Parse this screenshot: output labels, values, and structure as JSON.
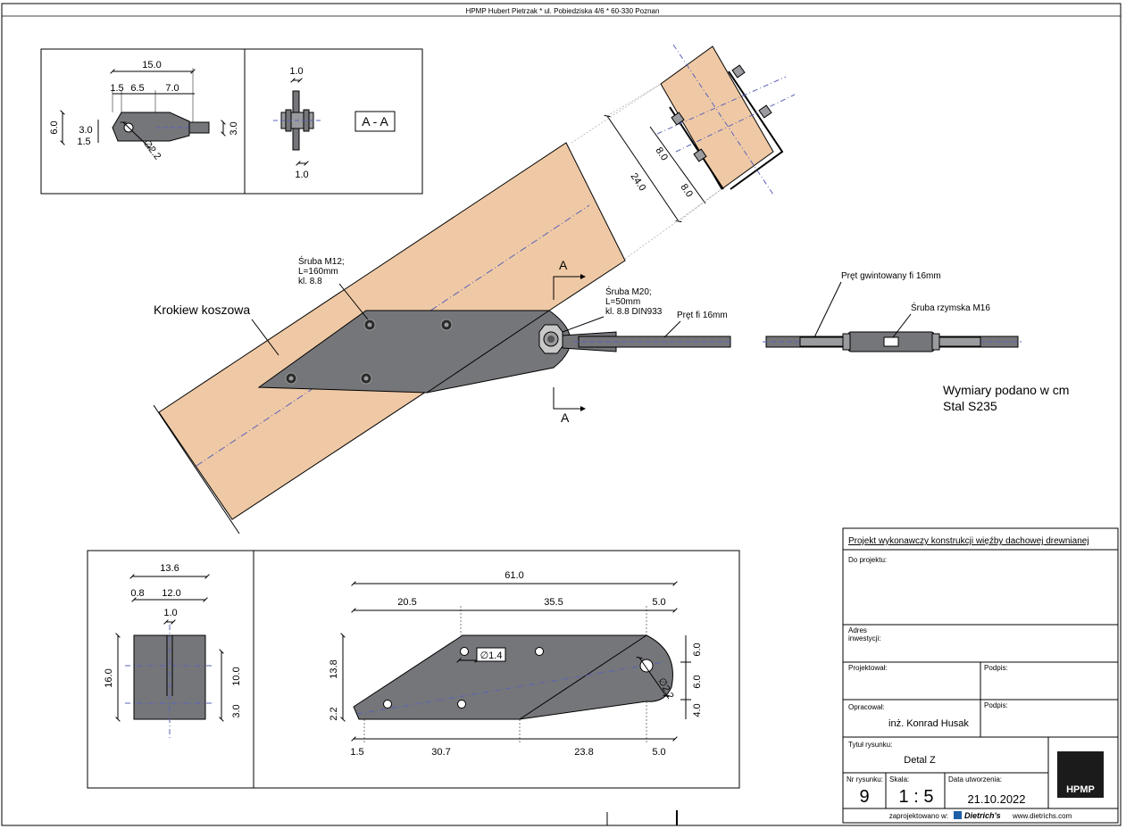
{
  "header": {
    "text": "HPMP Hubert Pietrzak * ul. Pobiedziska 4/6 * 60-330 Poznan"
  },
  "detail_top": {
    "dims": {
      "d15_0": "15.0",
      "d1_5": "1.5",
      "d6_5": "6.5",
      "d7_0": "7.0",
      "d6_0": "6.0",
      "d3_0a": "3.0",
      "d1_5b": "1.5",
      "d3_0b": "3.0",
      "dia": "∅2.2"
    },
    "section": {
      "t1": "1.0",
      "t2": "1.0",
      "label": "A - A"
    }
  },
  "rafter": {
    "dims": {
      "d24": "24.0",
      "d8a": "8.0",
      "d8b": "8.0"
    },
    "labels": {
      "rafter_name": "Krokiew koszowa",
      "bolt_m12_1": "Śruba M12;",
      "bolt_m12_2": "L=160mm",
      "bolt_m12_3": "kl. 8.8",
      "bolt_m20_1": "Śruba M20;",
      "bolt_m20_2": "L=50mm",
      "bolt_m20_3": "kl. 8.8 DIN933",
      "rod": "Pręt fi 16mm",
      "threaded_rod": "Pręt gwintowany fi 16mm",
      "turnbuckle": "Śruba rzymska M16",
      "section_a_top": "A",
      "section_a_bottom": "A"
    }
  },
  "notes": {
    "units": "Wymiary podano w cm",
    "steel": "Stal S235"
  },
  "bottom_left": {
    "d13_6": "13.6",
    "d0_8": "0.8",
    "d12_0": "12.0",
    "d1_0": "1.0",
    "d16_0": "16.0",
    "d10_0": "10.0",
    "d3_0": "3.0"
  },
  "bottom_main": {
    "d61": "61.0",
    "d20_5": "20.5",
    "d35_5": "35.5",
    "d5_0a": "5.0",
    "d13_8": "13.8",
    "d2_2": "2.2",
    "dia14": "∅1.4",
    "dia22": "∅2.2",
    "d6_0a": "6.0",
    "d6_0b": "6.0",
    "d4_0": "4.0",
    "d1_5": "1.5",
    "d30_7": "30.7",
    "d23_8": "23.8",
    "d5_0b": "5.0"
  },
  "title_block": {
    "project": "Projekt wykonawczy konstrukcji więźby dachowej drewnianej",
    "for_project": "Do projektu:",
    "address_1": "Adres",
    "address_2": "inwestycji:",
    "designed": "Projektował:",
    "sign1": "Podpis:",
    "prepared": "Opracował:",
    "sign2": "Podpis:",
    "author": "inż. Konrad Husak",
    "title_label": "Tytuł rysunku:",
    "title": "Detal Z",
    "logo": "HPMP",
    "num_label": "Nr rysunku:",
    "num": "9",
    "scale_label": "Skala:",
    "scale": "1 : 5",
    "date_label": "Data utworzenia:",
    "date": "21.10.2022",
    "designed_with": "zaprojektowano w:",
    "brand": "Dietrich's",
    "brand_url": "www.dietrichs.com"
  },
  "colors": {
    "timber": "#efc9a5",
    "steel": "#75767a",
    "dash": "#5a63b8"
  }
}
